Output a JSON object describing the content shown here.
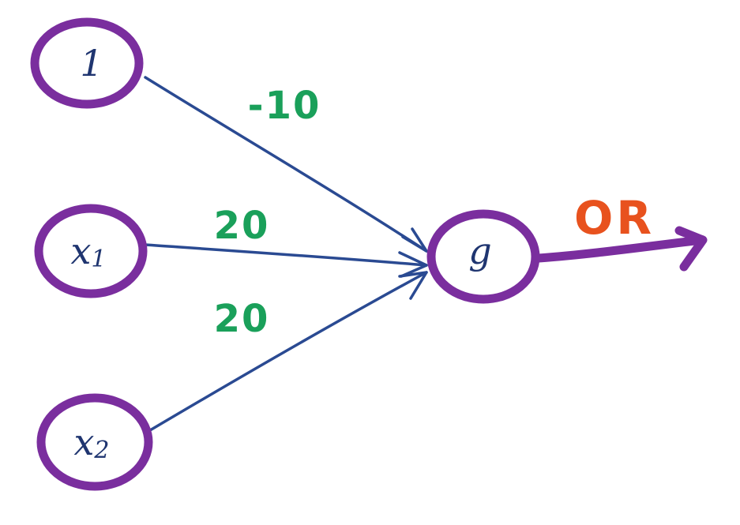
{
  "colors": {
    "node": "#7a2e9e",
    "node_text": "#1f3570",
    "edge": "#2a4a92",
    "weight": "#1aa05a",
    "output_arrow": "#7a2e9e",
    "output_label": "#e8521e"
  },
  "nodes": {
    "bias": {
      "label": "1",
      "sub": ""
    },
    "x1": {
      "label": "x",
      "sub": "1"
    },
    "x2": {
      "label": "x",
      "sub": "2"
    },
    "g": {
      "label": "g",
      "sub": ""
    }
  },
  "weights": {
    "bias": "-10",
    "x1": "20",
    "x2": "20"
  },
  "output": {
    "label": "OR"
  }
}
